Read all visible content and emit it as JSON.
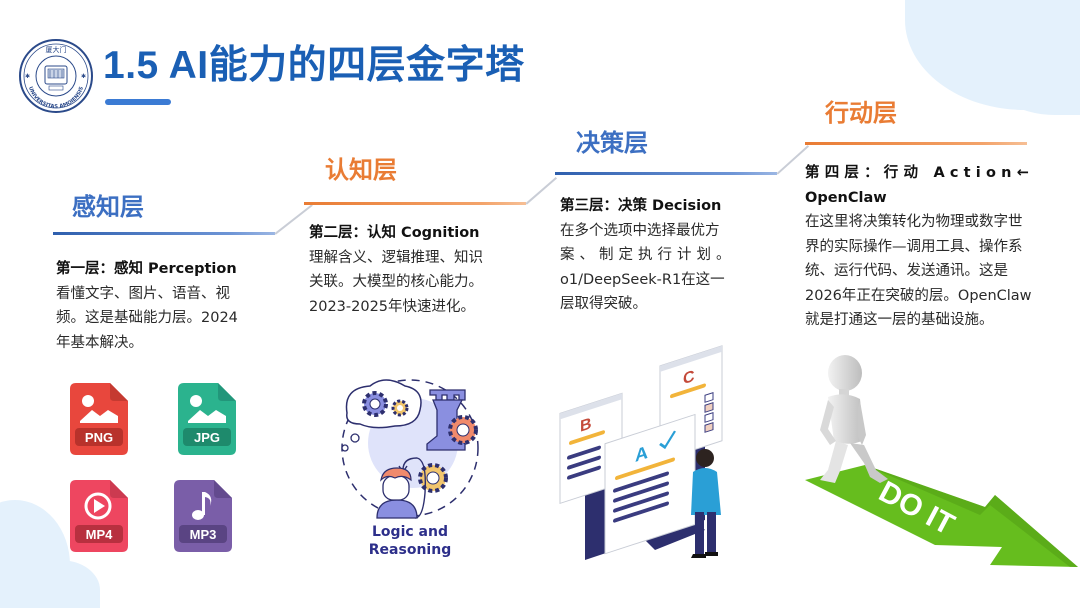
{
  "slide": {
    "title": "1.5 AI能力的四层金字塔",
    "logo": {
      "name": "university-seal",
      "top_text": "厦大门",
      "ring_text": "UNIVERSITAS AMOIENSIS"
    },
    "colors": {
      "title_blue": "#1a5fb4",
      "header_blue": "#3c6fc2",
      "header_orange": "#e97c34",
      "blob_bg": "#e4f1fc"
    }
  },
  "layers": [
    {
      "header": "感知层",
      "color": "blue",
      "lead": "第一层：感知 Perception",
      "lines": [
        "看懂文字、图片、语音、视",
        "频。这是基础能力层。2024",
        "年基本解决。"
      ]
    },
    {
      "header": "认知层",
      "color": "orange",
      "lead": "第二层：认知 Cognition",
      "lines": [
        "理解含义、逻辑推理、知识",
        "关联。大模型的核心能力。",
        "2023-2025年快速进化。"
      ]
    },
    {
      "header": "决策层",
      "color": "blue",
      "lead": "第三层：决策 Decision",
      "lines": [
        "在多个选项中选择最优方",
        "案、制定执行计划。",
        "o1/DeepSeek-R1在这一",
        "层取得突破。"
      ]
    },
    {
      "header": "行动层",
      "color": "orange",
      "lead_line1": "第四层：行动 Action←",
      "lead_line2": "OpenClaw",
      "lines": [
        "在这里将决策转化为物理或数字世",
        "界的实际操作—调用工具、操作系",
        "统、运行代码、发送通讯。这是",
        "2026年正在突破的层。OpenClaw",
        "就是打通这一层的基础设施。"
      ]
    }
  ],
  "file_icons": [
    {
      "label": "PNG",
      "icon": "image-icon",
      "color": "#e8473d",
      "band": "#b8322b"
    },
    {
      "label": "JPG",
      "icon": "image-icon",
      "color": "#2bb38e",
      "band": "#1e8a6c"
    },
    {
      "label": "MP4",
      "icon": "play-icon",
      "color": "#ee4660",
      "band": "#b8303f"
    },
    {
      "label": "MP3",
      "icon": "music-note-icon",
      "color": "#7a5ea8",
      "band": "#5a4483"
    }
  ],
  "illustrations": {
    "cognition_caption_line1": "Logic and",
    "cognition_caption_line2": "Reasoning",
    "decision_options": [
      "A",
      "B",
      "C"
    ],
    "action_arrow_text": "DO IT"
  }
}
